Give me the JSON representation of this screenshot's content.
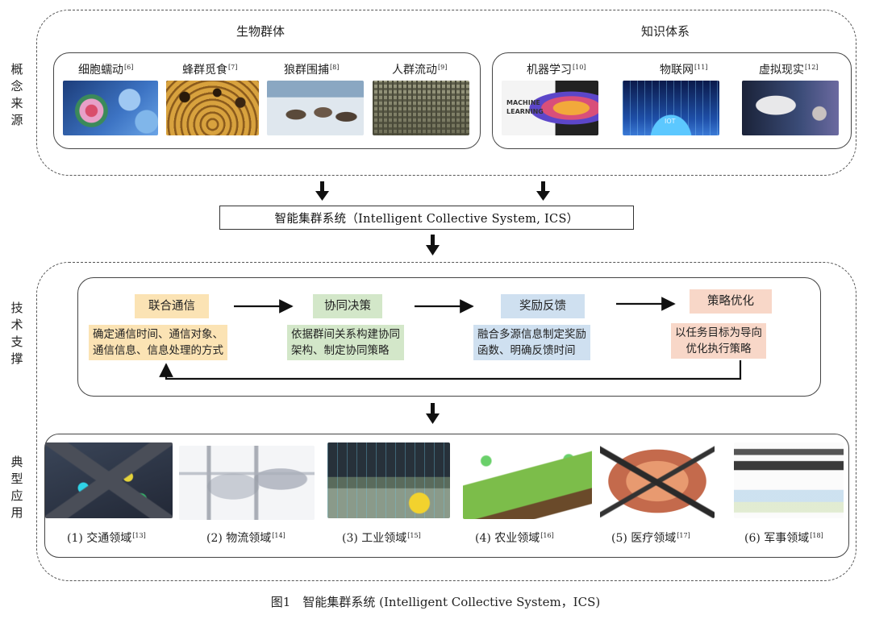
{
  "side_labels": {
    "concept_source": "概念来源",
    "tech_support": "技术支撑",
    "typical_apps": "典型应用"
  },
  "bio_group": {
    "title": "生物群体",
    "items": [
      {
        "label": "细胞蠕动",
        "ref": "[6]"
      },
      {
        "label": "蜂群觅食",
        "ref": "[7]"
      },
      {
        "label": "狼群围捕",
        "ref": "[8]"
      },
      {
        "label": "人群流动",
        "ref": "[9]"
      }
    ]
  },
  "knowledge_group": {
    "title": "知识体系",
    "items": [
      {
        "label": "机器学习",
        "ref": "[10]",
        "image_text": "MACHINE LEARNING"
      },
      {
        "label": "物联网",
        "ref": "[11]",
        "image_text": "IOT"
      },
      {
        "label": "虚拟现实",
        "ref": "[12]"
      }
    ]
  },
  "ics_label": "智能集群系统（Intelligent Collective System, ICS）",
  "tech_steps": [
    {
      "tag": "联合通信",
      "desc_line1": "确定通信时间、通信对象、",
      "desc_line2": "通信信息、信息处理的方式",
      "color": "#fbe3b4"
    },
    {
      "tag": "协同决策",
      "desc_line1": "依据群间关系构建协同",
      "desc_line2": "架构、制定协同策略",
      "color": "#d3e7c9"
    },
    {
      "tag": "奖励反馈",
      "desc_line1": "融合多源信息制定奖励",
      "desc_line2": "函数、明确反馈时间",
      "color": "#cfe0f0"
    },
    {
      "tag": "策略优化",
      "desc_line1": "以任务目标为导向",
      "desc_line2": "优化执行策略",
      "color": "#f8d7c8"
    }
  ],
  "applications": [
    {
      "label": "(1) 交通领域",
      "ref": "[13]"
    },
    {
      "label": "(2) 物流领域",
      "ref": "[14]"
    },
    {
      "label": "(3) 工业领域",
      "ref": "[15]"
    },
    {
      "label": "(4) 农业领域",
      "ref": "[16]"
    },
    {
      "label": "(5) 医疗领域",
      "ref": "[17]"
    },
    {
      "label": "(6) 军事领域",
      "ref": "[18]"
    }
  ],
  "figure_caption": "图1　智能集群系统 (Intelligent Collective System，ICS)"
}
